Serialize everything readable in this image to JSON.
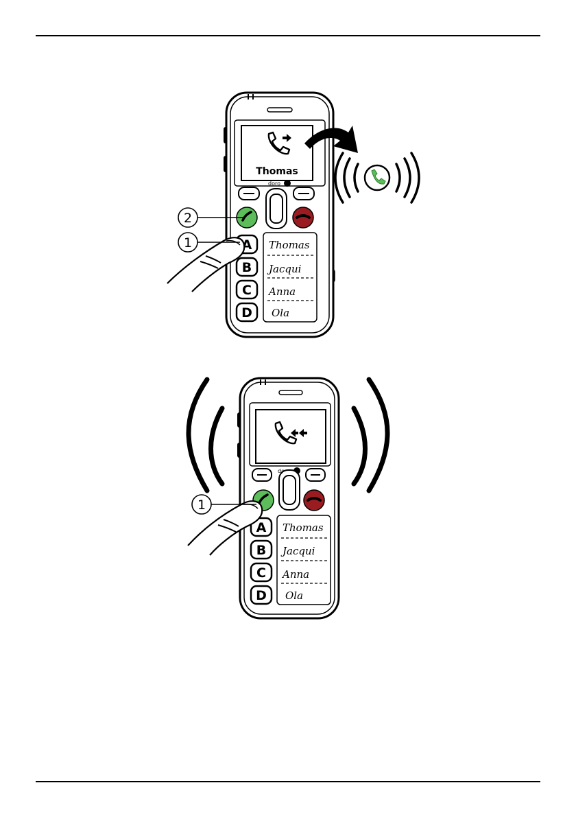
{
  "colors": {
    "call_green": "#5cbd5a",
    "end_red": "#9b1c20",
    "ink": "#000000"
  },
  "figures": [
    {
      "id": "outgoing-call",
      "screen_icon": "phone-outgoing-arrow-icon",
      "screen_name": "Thomas",
      "brand": "doro",
      "memory_keys": [
        "A",
        "B",
        "C",
        "D"
      ],
      "memory_names": [
        "Thomas",
        "Jacqui",
        "Anna",
        "Ola"
      ],
      "callouts": [
        "2",
        "1"
      ],
      "signal_icon": "ringing-phone-icon"
    },
    {
      "id": "incoming-call",
      "screen_icon": "phone-incoming-arrows-icon",
      "brand": "doro",
      "memory_keys": [
        "A",
        "B",
        "C",
        "D"
      ],
      "memory_names": [
        "Thomas",
        "Jacqui",
        "Anna",
        "Ola"
      ],
      "callouts": [
        "1"
      ]
    }
  ]
}
